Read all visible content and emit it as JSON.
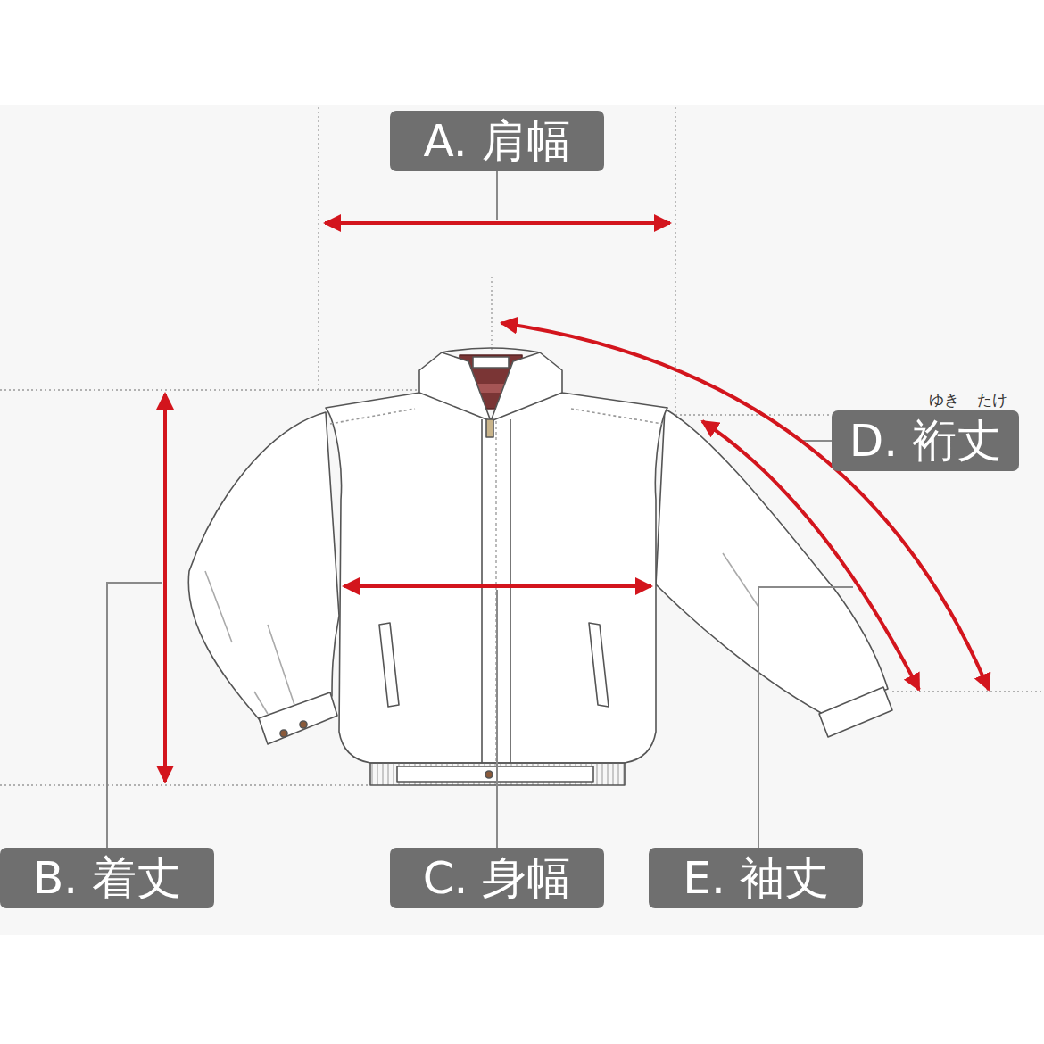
{
  "diagram": {
    "nodes": [
      {
        "text": [
          "A. 肩幅"
        ]
      },
      {
        "text": [
          "D. 裄丈"
        ]
      },
      {
        "text": [
          "B. 着丈"
        ]
      },
      {
        "text": [
          "C. 身幅"
        ]
      },
      {
        "text": [
          "E. 袖丈"
        ]
      }
    ],
    "labels": [
      "ゆき",
      "たけ"
    ]
  }
}
